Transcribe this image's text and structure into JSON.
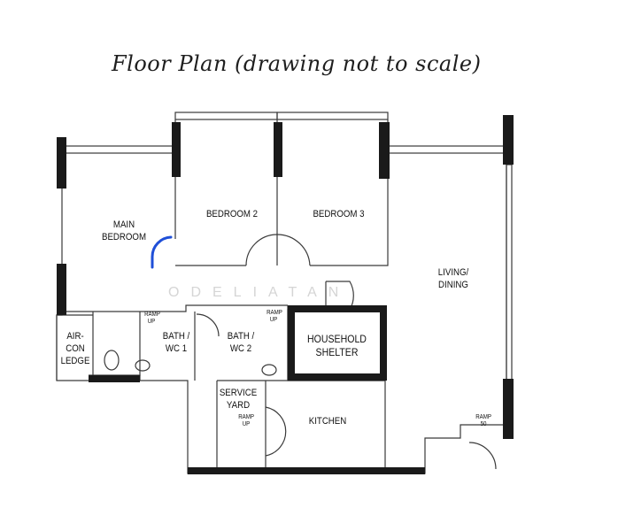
{
  "title": "Floor Plan (drawing not to scale)",
  "watermark": "ODELIATAN",
  "rooms": {
    "main_bedroom": "MAIN\nBEDROOM",
    "bedroom2": "BEDROOM 2",
    "bedroom3": "BEDROOM 3",
    "living_dining": "LIVING/\nDINING",
    "aircon_ledge": "AIR-\nCON\nLEDGE",
    "bath_wc1": "BATH /\nWC 1",
    "bath_wc2": "BATH /\nWC 2",
    "household_shelter": "HOUSEHOLD\nSHELTER",
    "service_yard": "SERVICE\nYARD",
    "kitchen": "KITCHEN"
  },
  "ramps": {
    "ramp1": "RAMP\nUP",
    "ramp2": "RAMP\nUP",
    "ramp3": "RAMP\nUP",
    "ramp4": "RAMP\n50"
  },
  "colors": {
    "wall": "#1a1a1a",
    "line": "#3a3a3a",
    "highlight_door": "#1f4fd8"
  }
}
